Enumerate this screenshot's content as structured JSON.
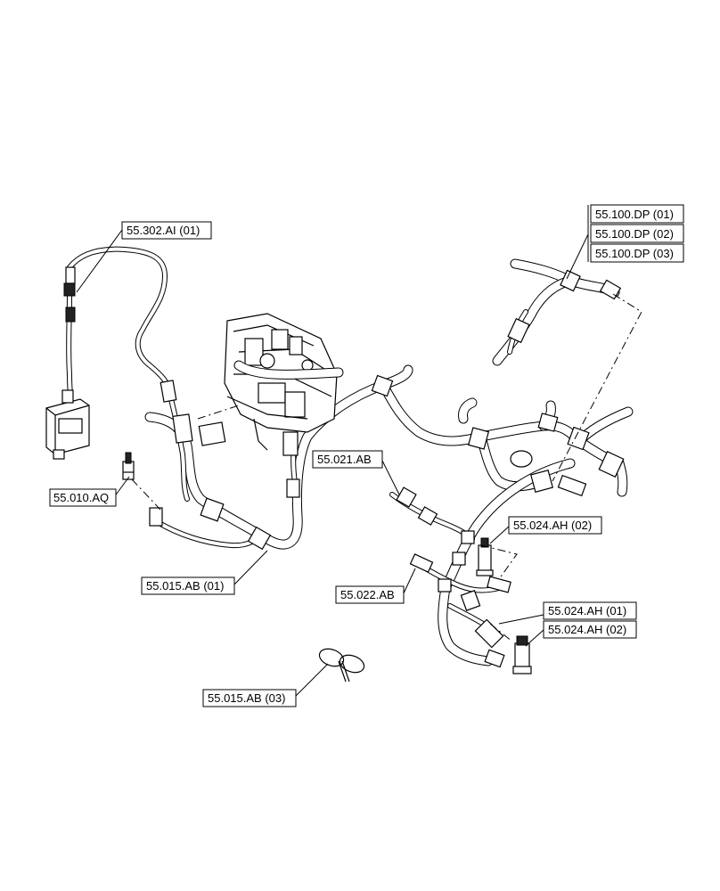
{
  "callouts": {
    "c_55_302_ai_01": "55.302.AI (01)",
    "c_55_100_dp_01": "55.100.DP (01)",
    "c_55_100_dp_02": "55.100.DP (02)",
    "c_55_100_dp_03": "55.100.DP (03)",
    "c_55_021_ab": "55.021.AB",
    "c_55_010_aq": "55.010.AQ",
    "c_55_024_ah_02_top": "55.024.AH (02)",
    "c_55_015_ab_01": "55.015.AB (01)",
    "c_55_022_ab": "55.022.AB",
    "c_55_024_ah_01": "55.024.AH (01)",
    "c_55_024_ah_02_bottom": "55.024.AH (02)",
    "c_55_015_ab_03": "55.015.AB (03)"
  },
  "colors": {
    "line": "#000000",
    "background": "#ffffff"
  }
}
